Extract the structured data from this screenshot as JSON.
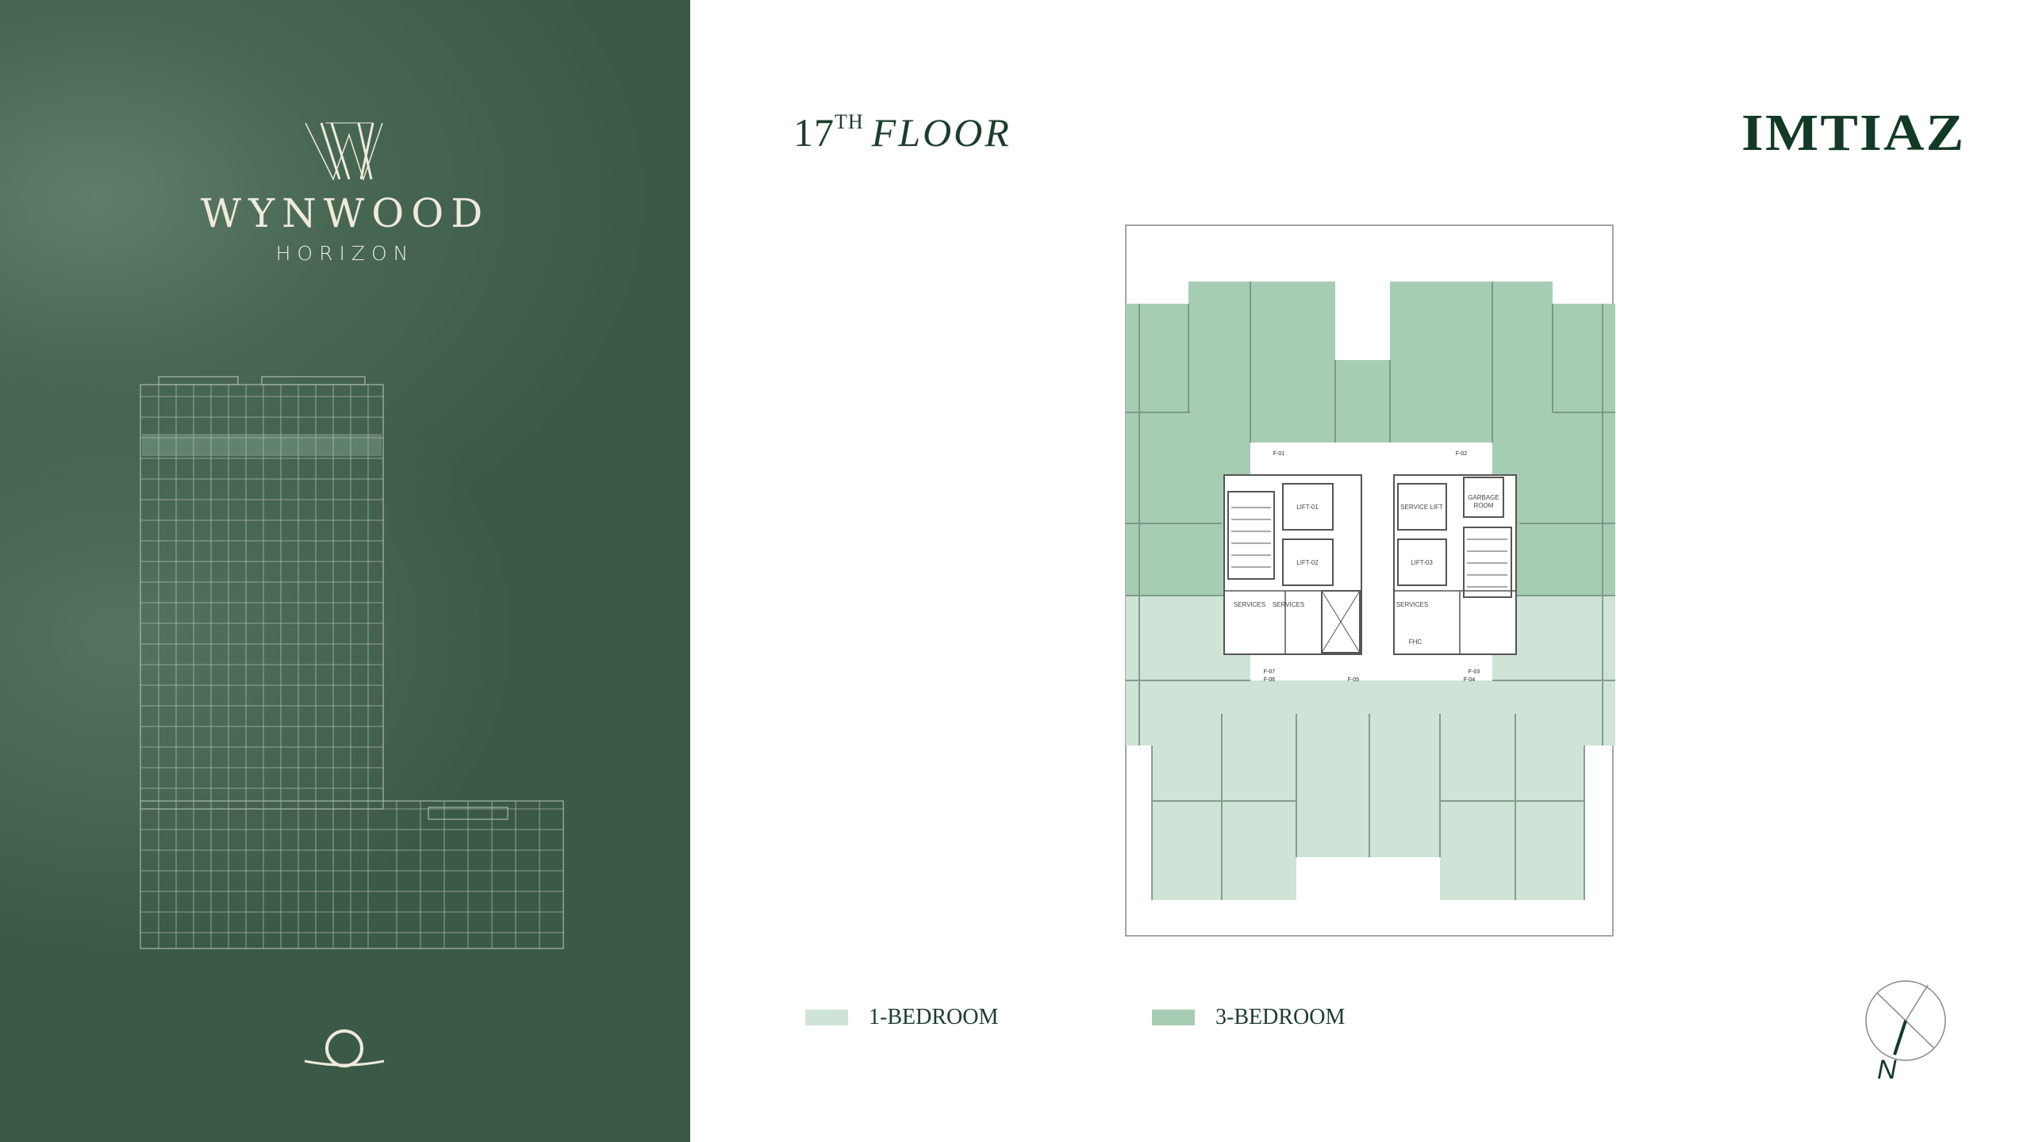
{
  "brand": {
    "mark": "W",
    "name": "WYNWOOD",
    "sub": "HORIZON"
  },
  "header": {
    "floor_number": "17",
    "floor_suffix": "TH",
    "floor_word": "FLOOR",
    "developer": "IMTIAZ"
  },
  "plan": {
    "markers": [
      "F-01",
      "F-02",
      "F-03",
      "F-04",
      "F-05",
      "F-06",
      "F-07"
    ],
    "rooms": {
      "lift1": "LIFT-01",
      "lift2": "LIFT-02",
      "lift3": "LIFT-03",
      "service_lift": "SERVICE LIFT",
      "garbage1": "GARBAGE",
      "garbage2": "ROOM",
      "services": "SERVICES",
      "fhc": "FHC"
    }
  },
  "legend": [
    {
      "label": "1-BEDROOM",
      "color": "#cfe4d6"
    },
    {
      "label": "3-BEDROOM",
      "color": "#a6cdb3"
    }
  ],
  "compass": {
    "label": "N"
  },
  "colors": {
    "panel": "#3b5947",
    "accent": "#123a25"
  }
}
